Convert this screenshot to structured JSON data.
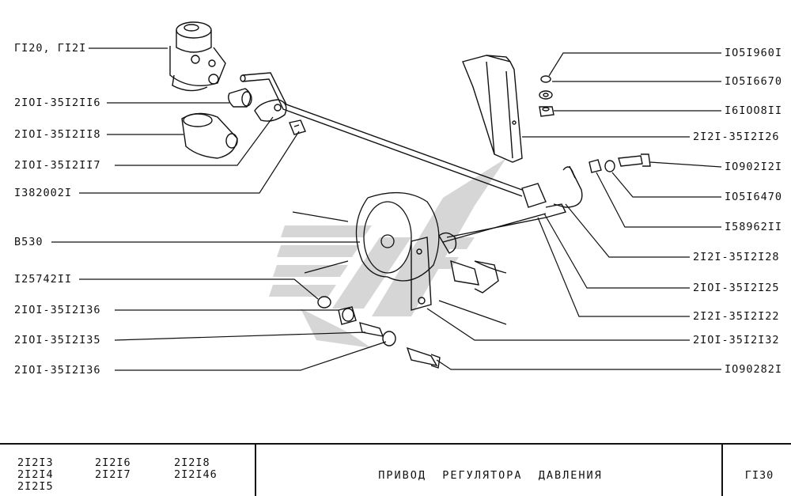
{
  "labels_left": [
    "ГI20, ГI2I",
    "2IOI-35I2II6",
    "2IOI-35I2II8",
    "2IOI-35I2II7",
    "I382002I",
    "B530",
    "I25742II",
    "2IOI-35I2I36",
    "2IOI-35I2I35",
    "2IOI-35I2I36"
  ],
  "labels_right": [
    "IO5I960I",
    "IO5I6670",
    "I6IOO8II",
    "2I2I-35I2I26",
    "IO902I2I",
    "IO5I6470",
    "I58962II",
    "2I2I-35I2I28",
    "2IOI-35I2I25",
    "2I2I-35I2I22",
    "2IOI-35I2I32",
    "IO90282I"
  ],
  "footer": {
    "models_col1": [
      "2I2I3",
      "2I2I4",
      "2I2I5"
    ],
    "models_col2": [
      "2I2I6",
      "2I2I7"
    ],
    "models_col3": [
      "2I2I8",
      "2I2I46"
    ],
    "title": "ПРИВОД  РЕГУЛЯТОРА  ДАВЛЕНИЯ",
    "sheet": "ГI30"
  },
  "colors": {
    "ink": "#111111",
    "watermark": "#c8c8c8"
  }
}
